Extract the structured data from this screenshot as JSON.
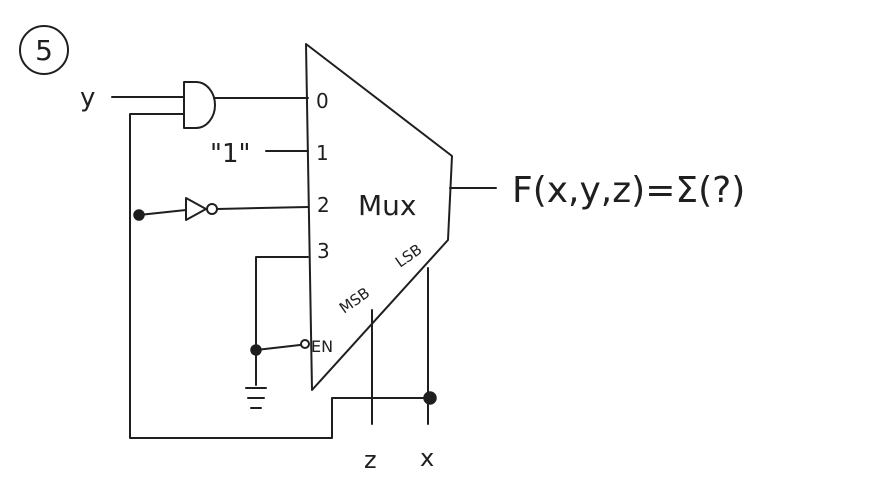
{
  "problem": {
    "number": "5"
  },
  "inputs": {
    "y": "y",
    "z": "z",
    "x": "x"
  },
  "constant_one": "\"1\"",
  "mux": {
    "label": "Mux",
    "inputs": [
      "0",
      "1",
      "2",
      "3"
    ],
    "enable": "EN",
    "msb": "MSB",
    "lsb": "LSB"
  },
  "output": {
    "expression": "F(x,y,z)=Σ(?)"
  },
  "colors": {
    "ink": "#1f1f1f",
    "background": "#ffffff"
  }
}
